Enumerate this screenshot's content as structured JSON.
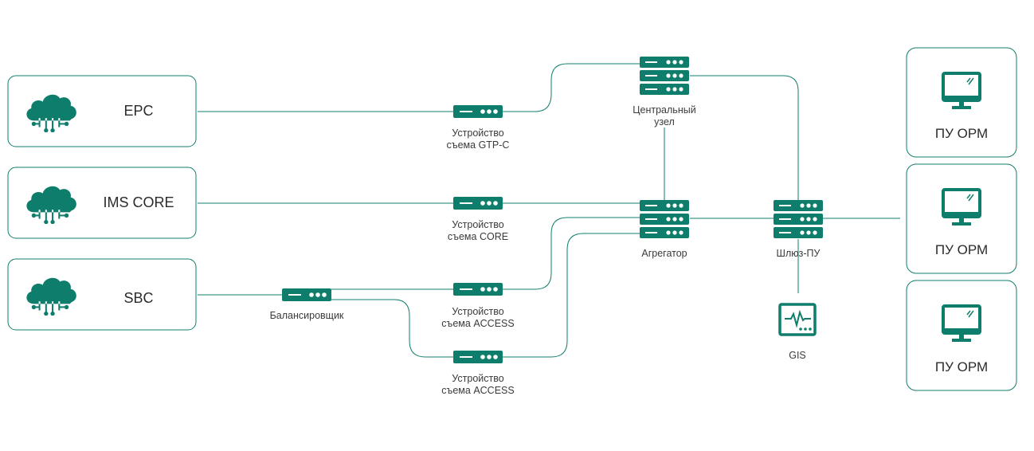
{
  "colors": {
    "accent": "#0f7d6b",
    "line": "#0f7d6b",
    "box_border": "#0f7d6b",
    "text": "#333333"
  },
  "sources": [
    {
      "label": "EPC",
      "icon": "cloud-network-icon"
    },
    {
      "label": "IMS CORE",
      "icon": "cloud-network-icon"
    },
    {
      "label": "SBC",
      "icon": "cloud-network-icon"
    }
  ],
  "devices": {
    "gtp_c": {
      "line1": "Устройство",
      "line2": "съема GTP-C",
      "icon": "appliance-icon"
    },
    "core": {
      "line1": "Устройство",
      "line2": "съема CORE",
      "icon": "appliance-icon"
    },
    "access1": {
      "line1": "Устройство",
      "line2": "съема ACCESS",
      "icon": "appliance-icon"
    },
    "access2": {
      "line1": "Устройство",
      "line2": "съема ACCESS",
      "icon": "appliance-icon"
    },
    "balancer": {
      "label": "Балансировщик",
      "icon": "appliance-icon"
    }
  },
  "nodes": {
    "central": {
      "line1": "Центральный",
      "line2": "узел",
      "icon": "server-rack-icon"
    },
    "aggregator": {
      "label": "Агрегатор",
      "icon": "server-rack-icon"
    },
    "gateway": {
      "label": "Шлюз-ПУ",
      "icon": "server-rack-icon"
    },
    "gis": {
      "label": "GIS",
      "icon": "monitor-waveform-icon"
    }
  },
  "terminals": [
    {
      "label": "ПУ ОРМ",
      "icon": "monitor-icon"
    },
    {
      "label": "ПУ ОРМ",
      "icon": "monitor-icon"
    },
    {
      "label": "ПУ ОРМ",
      "icon": "monitor-icon"
    }
  ]
}
